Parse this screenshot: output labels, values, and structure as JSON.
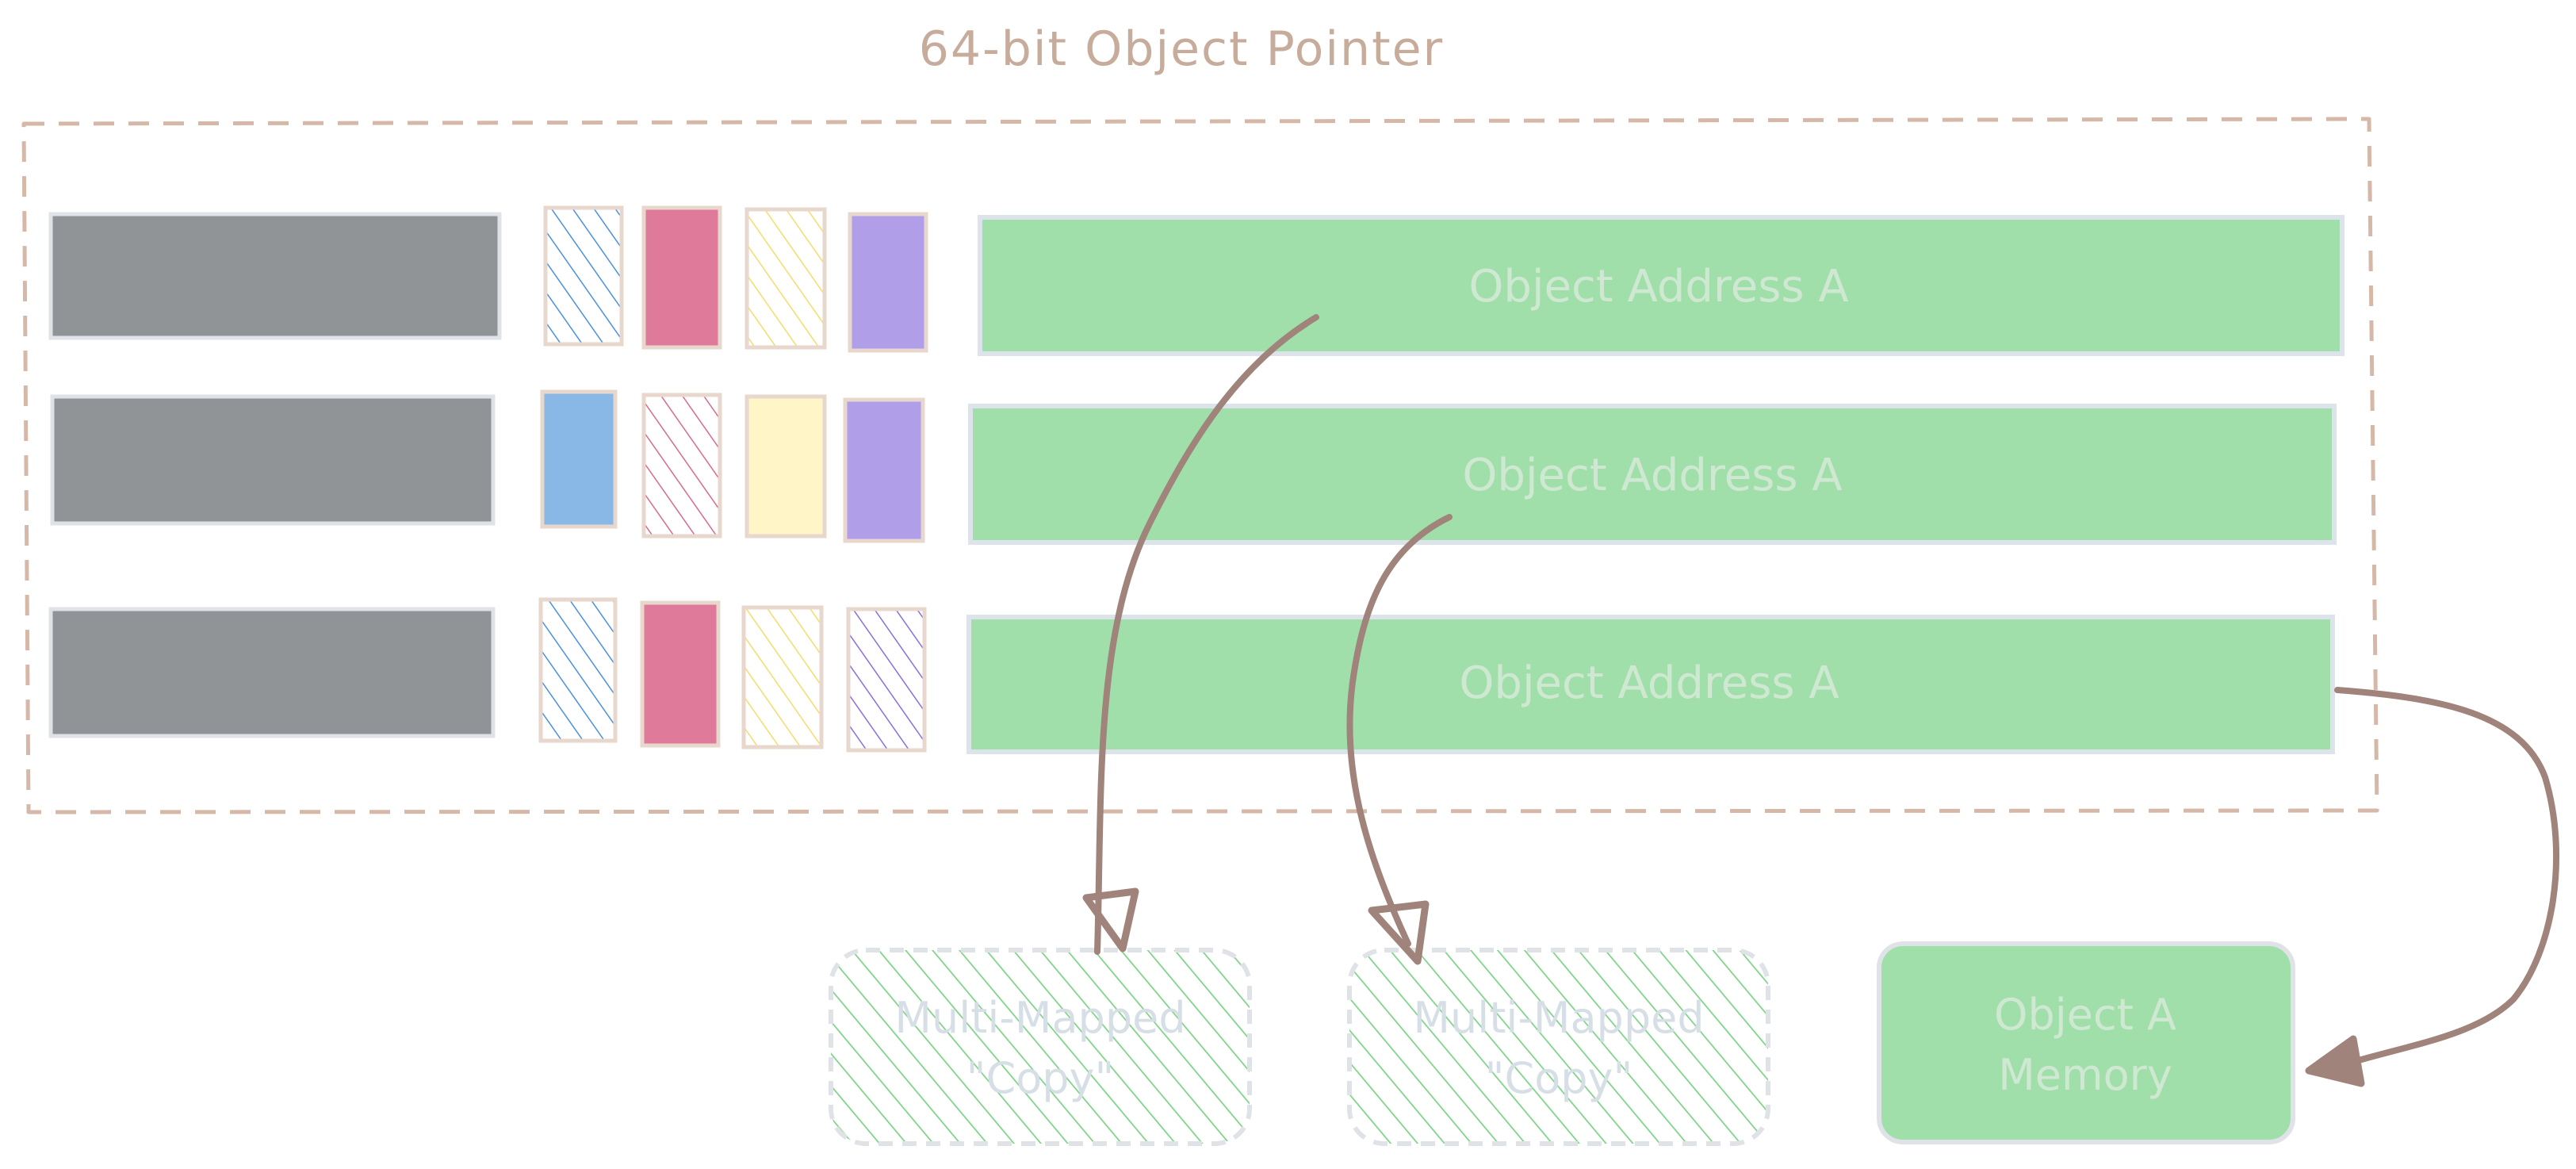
{
  "title": "64-bit Object Pointer",
  "rows": [
    {
      "address_label": "Object Address A",
      "bits": [
        {
          "color": "#4a90e2",
          "fill": "hatch"
        },
        {
          "color": "#e07a9a",
          "fill": "solid"
        },
        {
          "color": "#f5dc6b",
          "fill": "hatch"
        },
        {
          "color": "#b09ee9",
          "fill": "solid"
        }
      ]
    },
    {
      "address_label": "Object Address A",
      "bits": [
        {
          "color": "#8ab8e6",
          "fill": "solid"
        },
        {
          "color": "#d96a8e",
          "fill": "hatch"
        },
        {
          "color": "#fff5c7",
          "fill": "solid"
        },
        {
          "color": "#b09ee9",
          "fill": "solid"
        }
      ]
    },
    {
      "address_label": "Object Address A",
      "bits": [
        {
          "color": "#4a90e2",
          "fill": "hatch"
        },
        {
          "color": "#e07a9a",
          "fill": "solid"
        },
        {
          "color": "#f5dc6b",
          "fill": "hatch"
        },
        {
          "color": "#8a6ee0",
          "fill": "hatch"
        }
      ]
    }
  ],
  "targets": [
    {
      "line1": "Multi-Mapped",
      "line2": "\"Copy\"",
      "style": "hatched-dashed"
    },
    {
      "line1": "Multi-Mapped",
      "line2": "\"Copy\"",
      "style": "hatched-dashed"
    },
    {
      "line1": "Object A",
      "line2": "Memory",
      "style": "solid"
    }
  ],
  "colors": {
    "title": "#c7ac9c",
    "dashed_border": "#d6b8a8",
    "gray_block": "#919497",
    "gray_block_border": "#dfe3e8",
    "address_fill": "#a0dfa9",
    "address_border": "#dde3ea",
    "address_text": "#cfe8d2",
    "bit_border": "#e8d7cc",
    "arrow": "#a0837a",
    "target_hatch": "#7dd387",
    "target_border": "#dfe3e8",
    "target_text": "#d7dfe6",
    "memory_fill": "#a0dfa9"
  }
}
